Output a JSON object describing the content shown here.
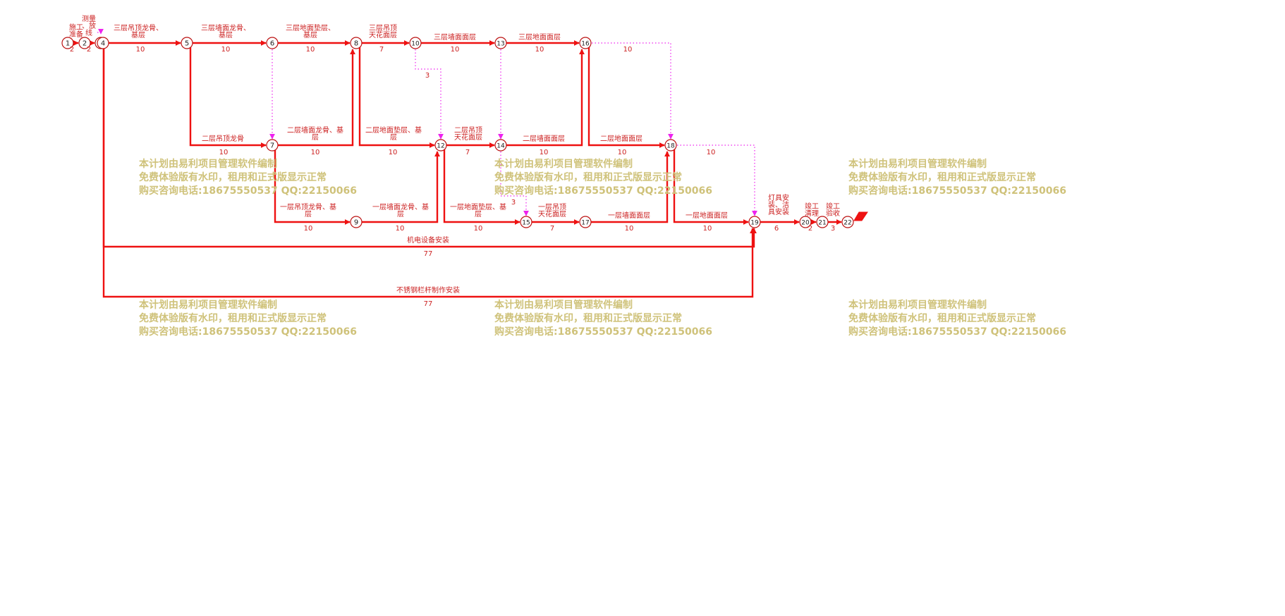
{
  "colors": {
    "arrow": "#ee1111",
    "dummy": "#ee22ee",
    "node_stroke": "#bb1111",
    "label": "#cc2222",
    "watermark": "#cfc27a"
  },
  "nodes": [
    "1",
    "2",
    "3",
    "4",
    "5",
    "6",
    "7",
    "8",
    "9",
    "10",
    "12",
    "13",
    "14",
    "15",
    "16",
    "17",
    "18",
    "19",
    "20",
    "21",
    "22"
  ],
  "activities": [
    {
      "from": "1",
      "to": "2",
      "label": "施工准备",
      "duration": "2"
    },
    {
      "from": "2",
      "to": "3",
      "label": "测量、放线",
      "duration": "2"
    },
    {
      "from": "4",
      "to": "5",
      "label": "三层吊顶龙骨、基层",
      "duration": "10"
    },
    {
      "from": "5",
      "to": "6",
      "label": "三层墙面龙骨、基层",
      "duration": "10"
    },
    {
      "from": "6",
      "to": "8",
      "label": "三层地面垫层、基层",
      "duration": "10"
    },
    {
      "from": "8",
      "to": "10",
      "label": "三层吊顶天花面层",
      "duration": "7"
    },
    {
      "from": "10",
      "to": "13",
      "label": "三层墙面面层",
      "duration": "10"
    },
    {
      "from": "13",
      "to": "16",
      "label": "三层地面面层",
      "duration": "10"
    },
    {
      "from": "5",
      "to": "7",
      "label": "二层吊顶龙骨",
      "duration": "10"
    },
    {
      "from": "7",
      "to": "8",
      "label": "二层墙面龙骨、基层",
      "duration": "10"
    },
    {
      "from": "8",
      "to": "12",
      "label": "二层地面垫层、基层",
      "duration": "10"
    },
    {
      "from": "12",
      "to": "14",
      "label": "二层吊顶天花面层",
      "duration": "7"
    },
    {
      "from": "14",
      "to": "16",
      "label": "二层墙面面层",
      "duration": "10"
    },
    {
      "from": "16",
      "to": "18",
      "label": "二层地面面层",
      "duration": "10"
    },
    {
      "from": "7",
      "to": "9",
      "label": "一层吊顶龙骨、基层",
      "duration": "10"
    },
    {
      "from": "9",
      "to": "12",
      "label": "一层墙面龙骨、基层",
      "duration": "10"
    },
    {
      "from": "12",
      "to": "15",
      "label": "一层地面垫层、基层",
      "duration": "10"
    },
    {
      "from": "15",
      "to": "17",
      "label": "一层吊顶天花面层",
      "duration": "7"
    },
    {
      "from": "17",
      "to": "18",
      "label": "一层墙面面层",
      "duration": "10"
    },
    {
      "from": "18",
      "to": "19",
      "label": "一层地面面层",
      "duration": "10"
    },
    {
      "from": "19",
      "to": "20",
      "label": "灯具安装、洁具安装",
      "duration": "6"
    },
    {
      "from": "20",
      "to": "21",
      "label": "竣工清理",
      "duration": "2"
    },
    {
      "from": "21",
      "to": "22",
      "label": "竣工验收",
      "duration": "3"
    },
    {
      "from": "4",
      "to": "19",
      "label": "机电设备安装",
      "duration": "77"
    },
    {
      "from": "4",
      "to": "19",
      "label": "不锈钢栏杆制作安装",
      "duration": "77"
    }
  ],
  "dummy_durations": [
    {
      "from": "10",
      "to": "12",
      "duration": "3"
    },
    {
      "from": "14",
      "to": "15",
      "duration": "3"
    },
    {
      "from": "16",
      "to": "18",
      "duration": "10"
    },
    {
      "from": "18",
      "to": "19",
      "duration": "10"
    }
  ],
  "watermark": {
    "line1": "本计划由易利项目管理软件编制",
    "line2": "免费体验版有水印，租用和正式版显示正常",
    "line3": "购买咨询电话:18675550537 QQ:22150066"
  }
}
